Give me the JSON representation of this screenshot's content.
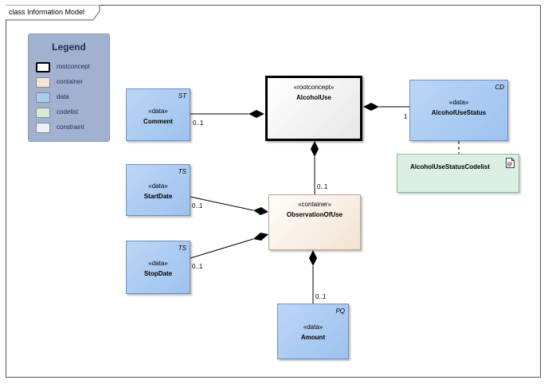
{
  "frame": {
    "title": "class Information Model"
  },
  "legend": {
    "title": "Legend",
    "items": [
      {
        "label": "rootconcept",
        "color": "#ffffff"
      },
      {
        "label": "container",
        "color": "#f6e3d4"
      },
      {
        "label": "data",
        "color": "#a8cdf0"
      },
      {
        "label": "codelist",
        "color": "#d6ecd9"
      },
      {
        "label": "constraint",
        "color": "#eef0f8"
      }
    ]
  },
  "classes": {
    "alcohol_use": {
      "stereotype": "«rootconcept»",
      "name": "AlcoholUse"
    },
    "comment": {
      "stereotype": "«data»",
      "name": "Comment",
      "tag": "ST"
    },
    "alcohol_use_status": {
      "stereotype": "«data»",
      "name": "AlcoholUseStatus",
      "tag": "CD"
    },
    "alcohol_use_status_codelist": {
      "name": "AlcoholUseStatusCodelist"
    },
    "observation_of_use": {
      "stereotype": "«container»",
      "name": "ObservationOfUse"
    },
    "start_date": {
      "stereotype": "«data»",
      "name": "StartDate",
      "tag": "TS"
    },
    "stop_date": {
      "stereotype": "«data»",
      "name": "StopDate",
      "tag": "TS"
    },
    "amount": {
      "stereotype": "«data»",
      "name": "Amount",
      "tag": "PQ"
    }
  },
  "multiplicities": {
    "comment": "0..1",
    "status": "1",
    "observation": "0..1",
    "start_date": "0..1",
    "stop_date": "0..1",
    "amount": "0..1"
  }
}
